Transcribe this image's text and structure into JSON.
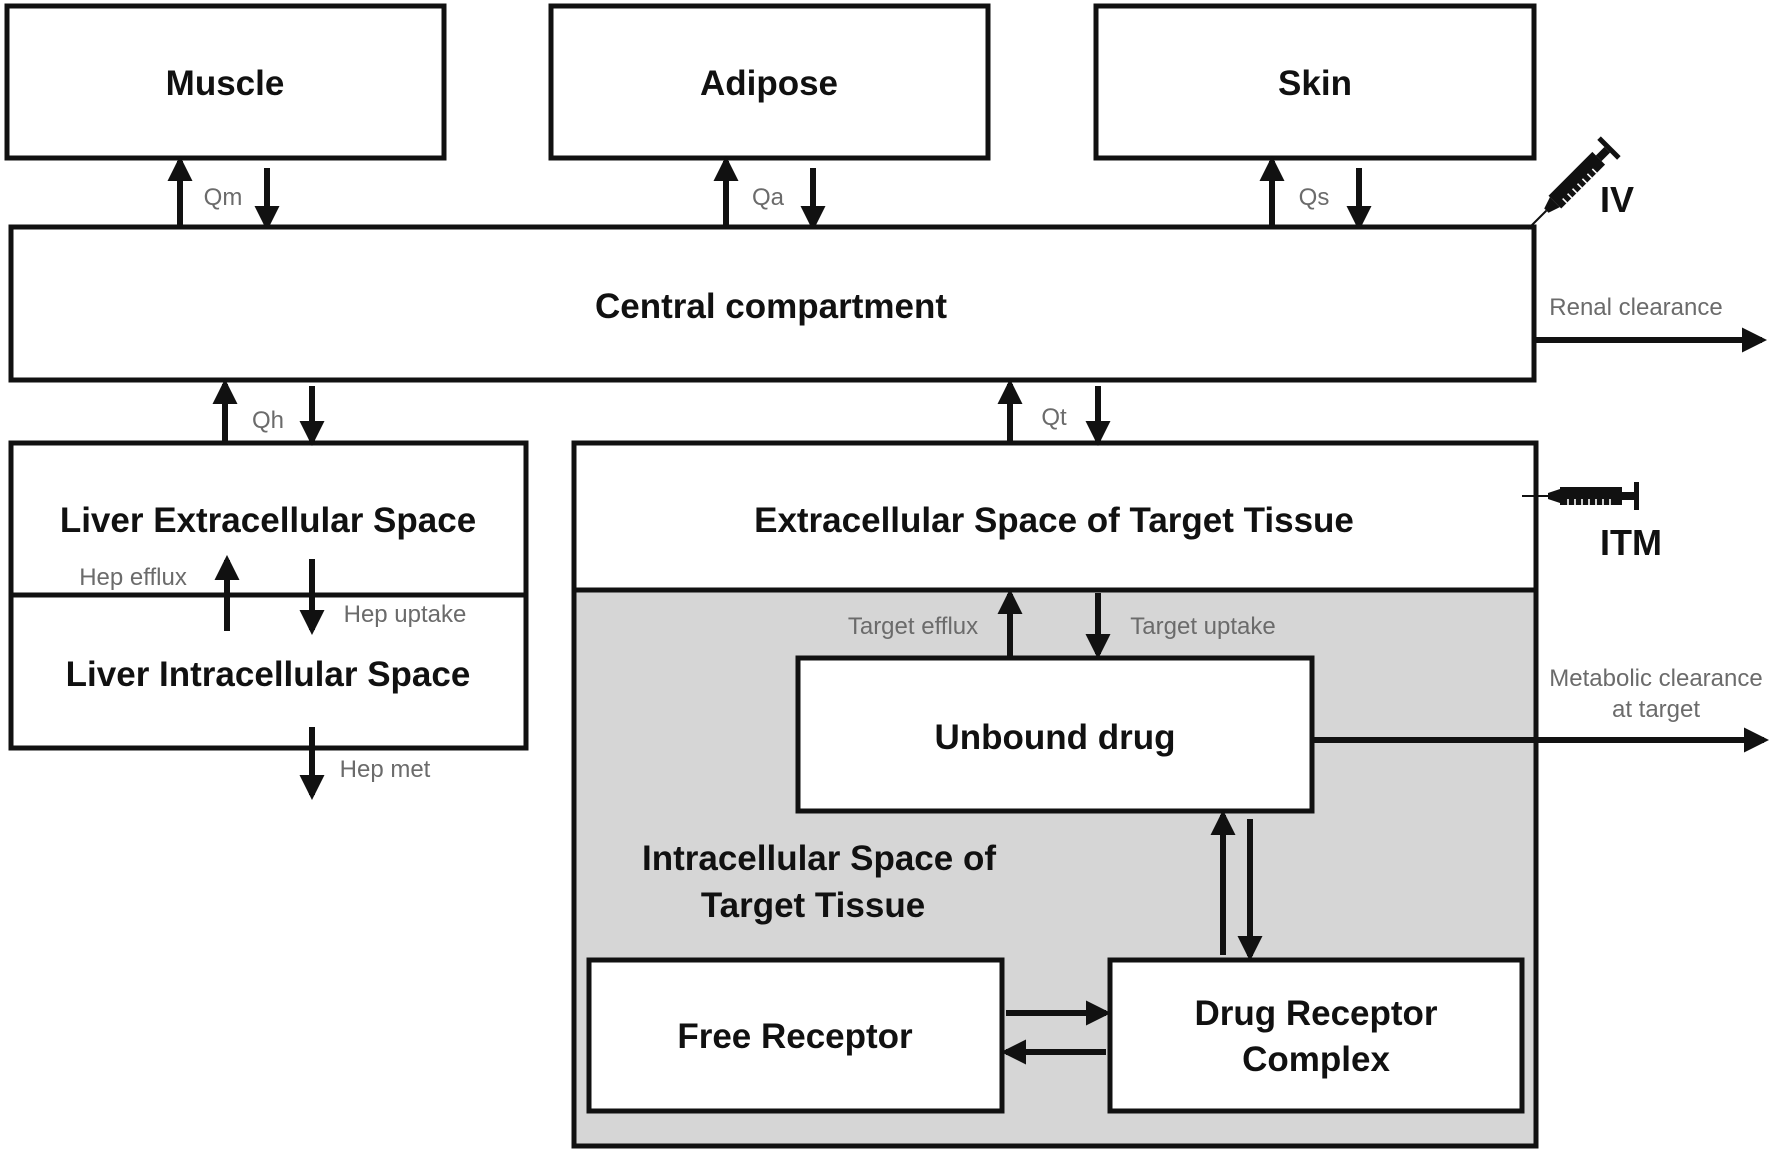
{
  "compartments": {
    "muscle": "Muscle",
    "adipose": "Adipose",
    "skin": "Skin",
    "central": "Central compartment",
    "liver_extracellular": "Liver Extracellular Space",
    "liver_intracellular": "Liver Intracellular Space",
    "target_extracellular": "Extracellular Space of Target Tissue",
    "target_intracellular_line1": "Intracellular Space of",
    "target_intracellular_line2": "Target Tissue",
    "unbound_drug": "Unbound drug",
    "free_receptor": "Free Receptor",
    "complex_line1": "Drug Receptor",
    "complex_line2": "Complex"
  },
  "flows": {
    "qm": "Qm",
    "qa": "Qa",
    "qs": "Qs",
    "qh": "Qh",
    "qt": "Qt",
    "renal": "Renal clearance",
    "hep_efflux": "Hep efflux",
    "hep_uptake": "Hep uptake",
    "hep_met": "Hep met",
    "target_efflux": "Target efflux",
    "target_uptake": "Target uptake",
    "metabolic_line1": "Metabolic clearance",
    "metabolic_line2": "at target"
  },
  "routes": {
    "iv": "IV",
    "itm": "ITM",
    "syringe_icon": "syringe-icon"
  },
  "colors": {
    "line": "#111111",
    "label_gray": "#6b6b6b",
    "intracellular_fill": "#d6d6d6"
  }
}
